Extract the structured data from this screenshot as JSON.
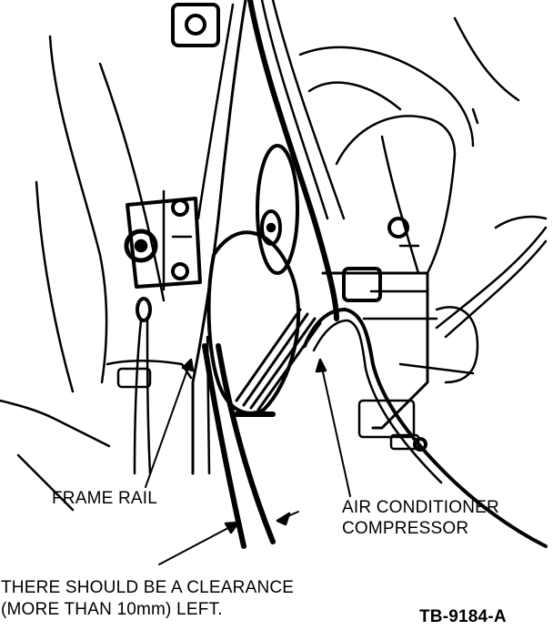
{
  "labels": {
    "frame_rail": "FRAME RAIL",
    "ac_line1": "AIR CONDITIONER",
    "ac_line2": "COMPRESSOR",
    "clearance_line1": "THERE SHOULD BE A CLEARANCE",
    "clearance_line2": "(MORE THAN 10mm) LEFT.",
    "figure_id": "TB-9184-A"
  },
  "colors": {
    "ink": "#000000",
    "paper": "#ffffff"
  }
}
